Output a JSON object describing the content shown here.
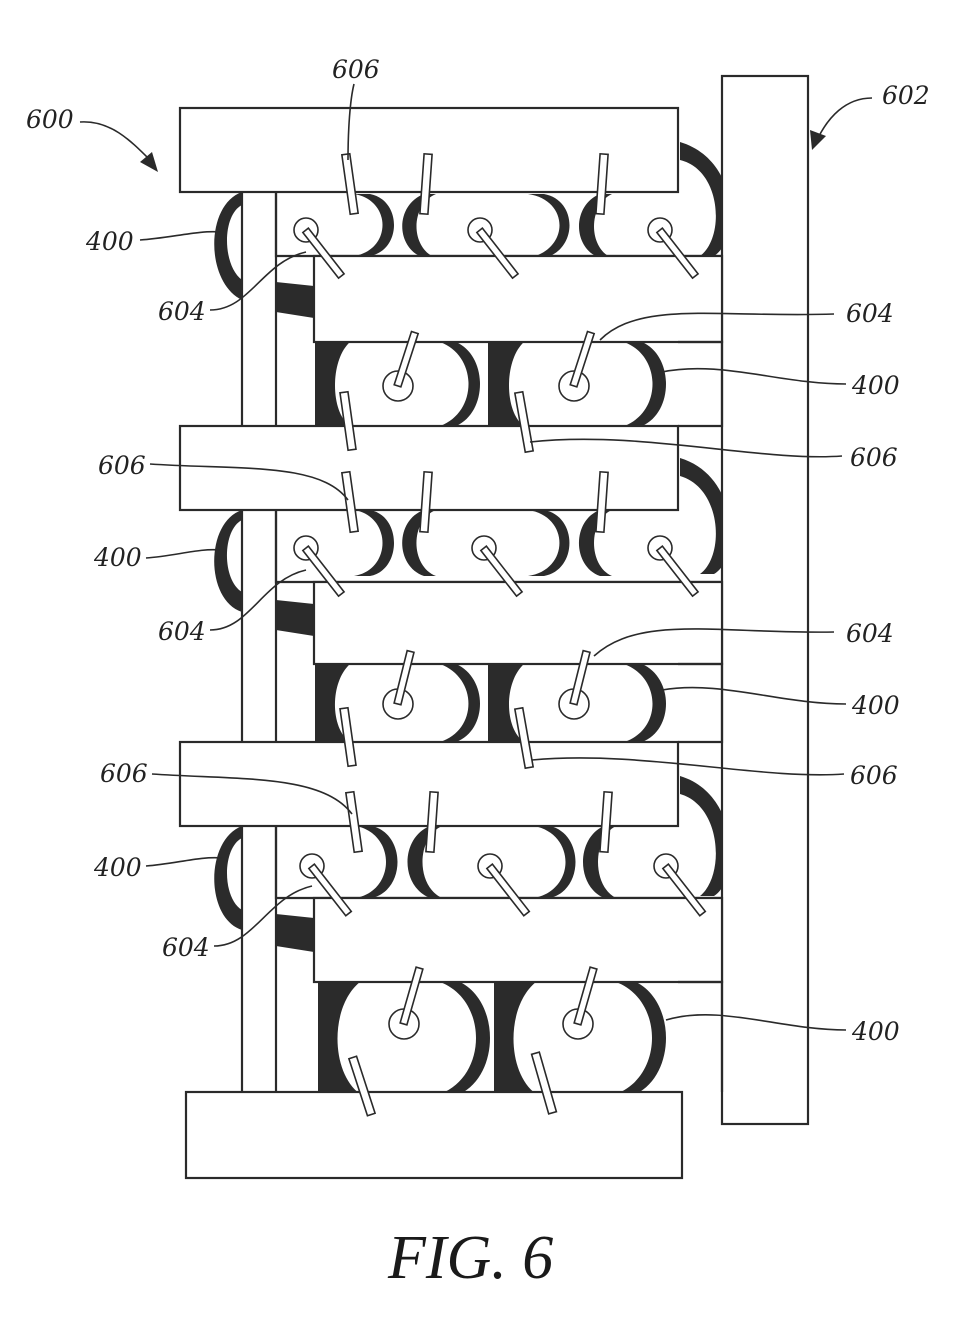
{
  "figure": {
    "caption": "FIG. 6",
    "labels": {
      "assembly": "600",
      "rail": "602",
      "bobbin_pin": "604",
      "clip": "606",
      "coil": "400"
    }
  }
}
